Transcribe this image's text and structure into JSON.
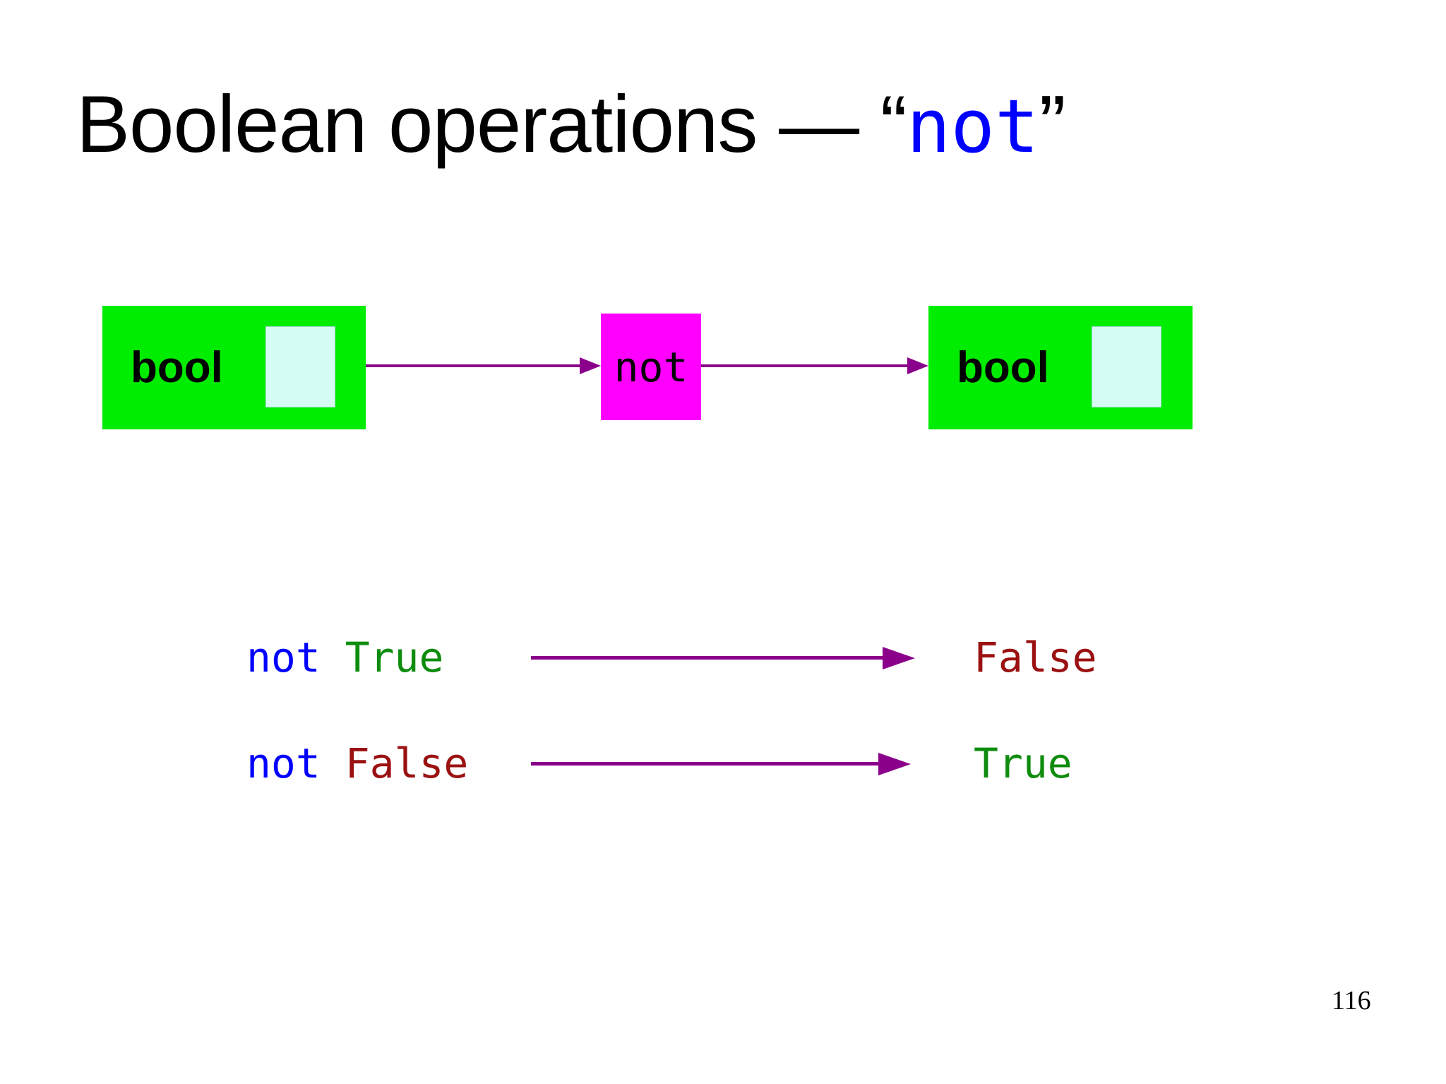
{
  "slide": {
    "title": {
      "prefix": "Boolean operations — “",
      "keyword": "not",
      "suffix": "”"
    },
    "page_number": "116"
  },
  "diagram": {
    "input_type_box": {
      "label": "bool"
    },
    "operator_box": {
      "label": "not"
    },
    "output_type_box": {
      "label": "bool"
    }
  },
  "examples": [
    {
      "operator": "not",
      "operand": "True",
      "result": "False"
    },
    {
      "operator": "not",
      "operand": "False",
      "result": "True"
    }
  ],
  "colors": {
    "type_box_green": "#00EC00",
    "value_slot_cyan": "#D5FCF5",
    "operator_magenta": "#FF00FF",
    "arrow_purple": "#8B008B",
    "keyword_blue": "#0000FF",
    "true_green": "#0E8C0E",
    "false_dark_red": "#9B1111",
    "title_black": "#000000"
  }
}
